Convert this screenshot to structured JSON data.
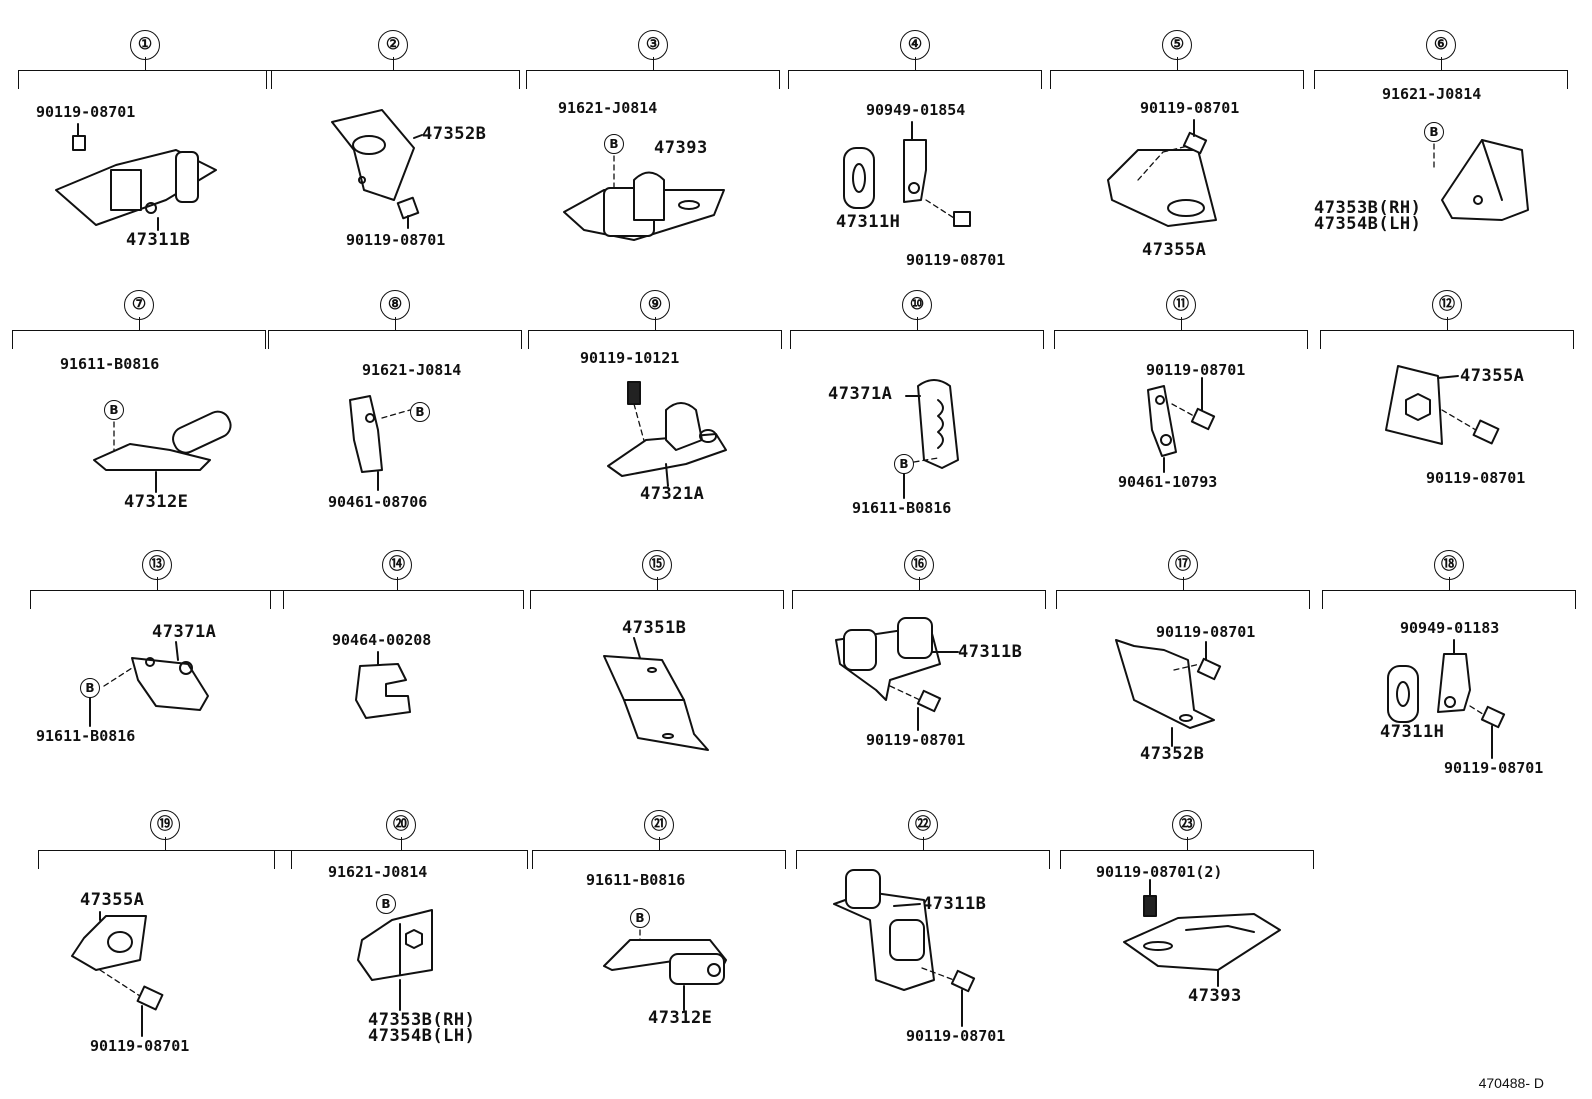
{
  "diagram_ref": "470488- D",
  "panels": [
    {
      "num": "①",
      "labels": [
        "90119-08701",
        "47311B"
      ]
    },
    {
      "num": "②",
      "labels": [
        "47352B",
        "90119-08701"
      ]
    },
    {
      "num": "③",
      "labels": [
        "91621-J0814",
        "47393"
      ]
    },
    {
      "num": "④",
      "labels": [
        "90949-01854",
        "47311H",
        "90119-08701"
      ]
    },
    {
      "num": "⑤",
      "labels": [
        "90119-08701",
        "47355A"
      ]
    },
    {
      "num": "⑥",
      "labels": [
        "91621-J0814",
        "47353B(RH)",
        "47354B(LH)"
      ]
    },
    {
      "num": "⑦",
      "labels": [
        "91611-B0816",
        "47312E"
      ]
    },
    {
      "num": "⑧",
      "labels": [
        "91621-J0814",
        "90461-08706"
      ]
    },
    {
      "num": "⑨",
      "labels": [
        "90119-10121",
        "47321A"
      ]
    },
    {
      "num": "⑩",
      "labels": [
        "47371A",
        "91611-B0816"
      ]
    },
    {
      "num": "⑪",
      "labels": [
        "90119-08701",
        "90461-10793"
      ]
    },
    {
      "num": "⑫",
      "labels": [
        "47355A",
        "90119-08701"
      ]
    },
    {
      "num": "⑬",
      "labels": [
        "47371A",
        "91611-B0816"
      ]
    },
    {
      "num": "⑭",
      "labels": [
        "90464-00208"
      ]
    },
    {
      "num": "⑮",
      "labels": [
        "47351B"
      ]
    },
    {
      "num": "⑯",
      "labels": [
        "47311B",
        "90119-08701"
      ]
    },
    {
      "num": "⑰",
      "labels": [
        "90119-08701",
        "47352B"
      ]
    },
    {
      "num": "⑱",
      "labels": [
        "90949-01183",
        "47311H",
        "90119-08701"
      ]
    },
    {
      "num": "⑲",
      "labels": [
        "47355A",
        "90119-08701"
      ]
    },
    {
      "num": "⑳",
      "labels": [
        "91621-J0814",
        "47353B(RH)",
        "47354B(LH)"
      ]
    },
    {
      "num": "㉑",
      "labels": [
        "91611-B0816",
        "47312E"
      ]
    },
    {
      "num": "㉒",
      "labels": [
        "47311B",
        "90119-08701"
      ]
    },
    {
      "num": "㉓",
      "labels": [
        "90119-08701(2)",
        "47393"
      ]
    }
  ],
  "b_marker": "B",
  "icons": {
    "bolt": "bolt-icon",
    "clip": "clip-icon",
    "bracket": "bracket-icon",
    "b_marker": "b-circle-icon"
  }
}
